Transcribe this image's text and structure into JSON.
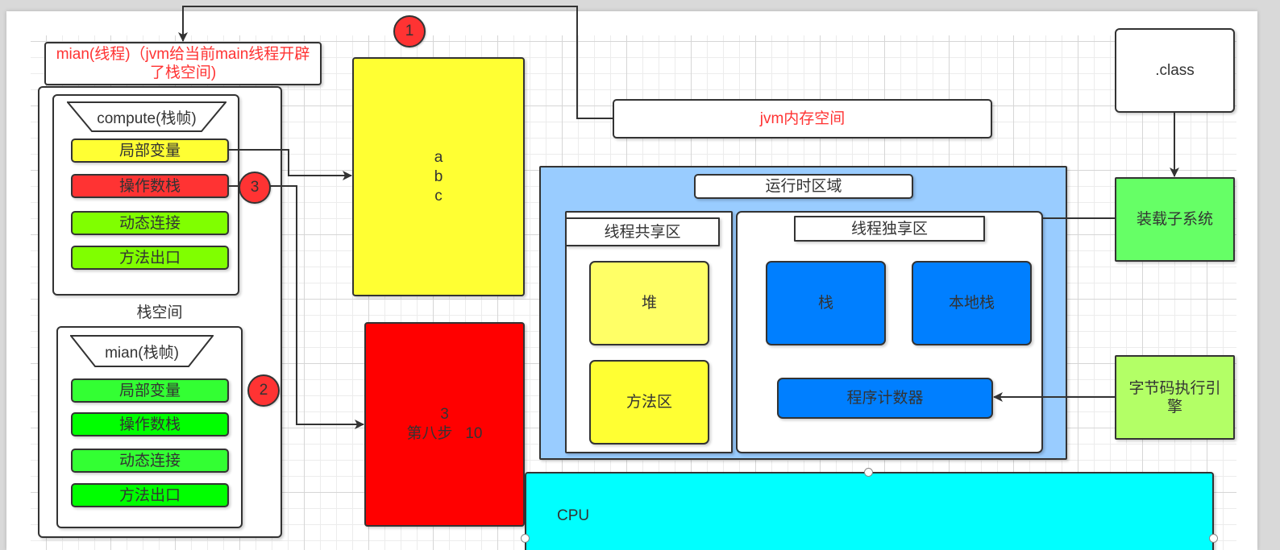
{
  "thread_box": {
    "label": "mian(线程)（jvm给当前main线程开辟了栈空间)",
    "text_color": "#ff3333"
  },
  "stack_space": {
    "label": "栈空间"
  },
  "compute_frame": {
    "title": "compute(栈帧)",
    "items": [
      {
        "label": "局部变量",
        "color": "#ffff33"
      },
      {
        "label": "操作数栈",
        "color": "#ff3333"
      },
      {
        "label": "动态连接",
        "color": "#80ff00"
      },
      {
        "label": "方法出口",
        "color": "#80ff00"
      }
    ]
  },
  "main_frame": {
    "title": "mian(栈帧)",
    "items": [
      {
        "label": "局部变量",
        "color": "#33ff33"
      },
      {
        "label": "操作数栈",
        "color": "#00ff00"
      },
      {
        "label": "动态连接",
        "color": "#33ff33"
      },
      {
        "label": "方法出口",
        "color": "#00ff00"
      }
    ]
  },
  "step_markers": [
    {
      "label": "1",
      "color": "#ff3333"
    },
    {
      "label": "3",
      "color": "#ff3333"
    },
    {
      "label": "2",
      "color": "#ff3333"
    }
  ],
  "local_values_box": {
    "lines": [
      "a",
      "b",
      "c"
    ],
    "color": "#ffff33"
  },
  "operand_values_box": {
    "lines": [
      "3",
      "第八步   10"
    ],
    "color": "#ff0000"
  },
  "jvm_memory": {
    "label": "jvm内存空间",
    "text_color": "#ff3333"
  },
  "class_file": {
    "label": ".class"
  },
  "class_loader": {
    "label": "装载子系统",
    "color": "#66ff66"
  },
  "runtime_area": {
    "label": "运行时区域",
    "color": "#99ccff",
    "shared": {
      "label": "线程共享区",
      "items": [
        {
          "label": "堆",
          "color": "#ffff66"
        },
        {
          "label": "方法区",
          "color": "#ffff33"
        }
      ]
    },
    "private": {
      "label": "线程独享区",
      "items": [
        {
          "label": "栈",
          "color": "#007fff"
        },
        {
          "label": "本地栈",
          "color": "#007fff"
        },
        {
          "label": "程序计数器",
          "color": "#007fff"
        }
      ]
    }
  },
  "execution_engine": {
    "label": "字节码执行引擎",
    "color": "#b3ff66"
  },
  "cpu": {
    "label": "CPU",
    "color": "#00ffff"
  }
}
